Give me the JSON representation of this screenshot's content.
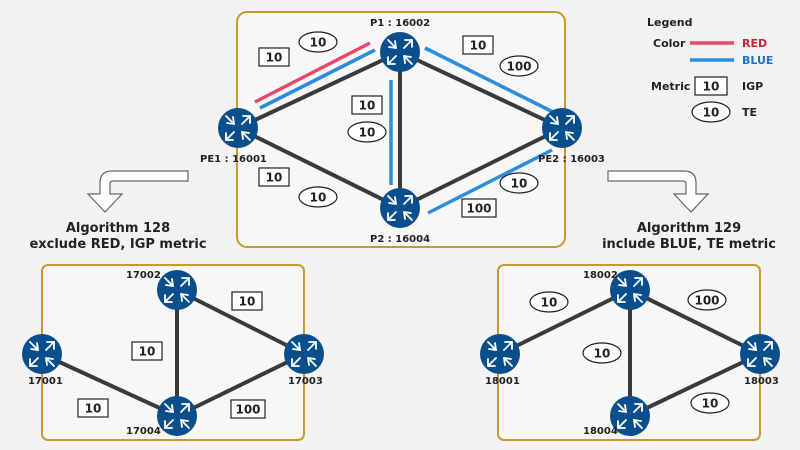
{
  "main": {
    "nodes": {
      "p1": "P1 : 16002",
      "pe1": "PE1 : 16001",
      "pe2": "PE2 : 16003",
      "p2": "P2 : 16004"
    },
    "metrics": {
      "pe1_p1_igp": "10",
      "pe1_p1_te": "10",
      "p1_pe2_igp": "10",
      "p1_pe2_te": "100",
      "p1_p2_igp": "10",
      "p1_p2_te": "10",
      "pe1_p2_igp": "10",
      "pe1_p2_te": "10",
      "p2_pe2_igp": "100",
      "p2_pe2_te": "10"
    }
  },
  "legend": {
    "title": "Legend",
    "color_label": "Color",
    "red": "RED",
    "blue": "BLUE",
    "metric_label": "Metric",
    "igp_sample": "10",
    "igp": "IGP",
    "te_sample": "10",
    "te": "TE",
    "red_color": "#e8496a",
    "blue_color": "#2a8de0"
  },
  "algo128": {
    "title": "Algorithm 128",
    "subtitle": "exclude RED, IGP metric",
    "nodes": {
      "top": "17002",
      "left": "17001",
      "right": "17003",
      "bottom": "17004"
    },
    "metrics": {
      "top_right": "10",
      "top_bottom": "10",
      "left_bottom": "10",
      "bottom_right": "100"
    }
  },
  "algo129": {
    "title": "Algorithm 129",
    "subtitle": "include BLUE, TE metric",
    "nodes": {
      "top": "18002",
      "left": "18001",
      "right": "18003",
      "bottom": "18004"
    },
    "metrics": {
      "left_top": "10",
      "top_right": "100",
      "top_bottom": "10",
      "bottom_right": "10"
    }
  }
}
